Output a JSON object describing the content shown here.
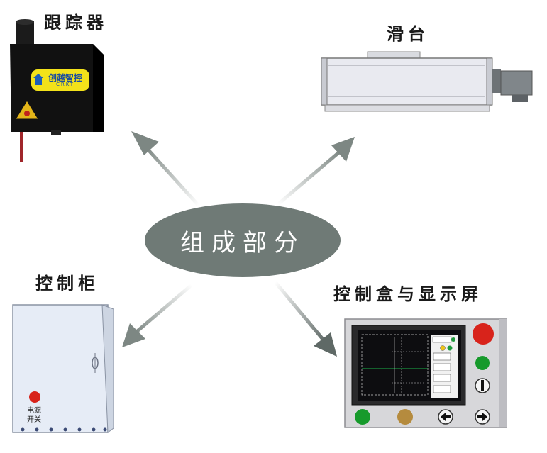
{
  "center": {
    "label": "组成部分"
  },
  "components": {
    "tracker": {
      "label": "跟踪器",
      "badge_text": "创越智控",
      "badge_sub": "CRKT"
    },
    "slide": {
      "label": "滑台"
    },
    "cabinet": {
      "label": "控制柜",
      "switch_label_1": "电源",
      "switch_label_2": "开关"
    },
    "display": {
      "label": "控制盒与显示屏"
    }
  },
  "colors": {
    "ellipse": "#6f7a76",
    "arrow": "#8a9491",
    "tracker_body": "#111111",
    "badge": "#f3e21a",
    "slide_body": "#e9eaf0",
    "cabinet_body": "#e6ecf6",
    "panel_frame": "#d7d7da",
    "button_red": "#d8231b",
    "button_green": "#169a2b",
    "button_amber": "#b58b3e"
  }
}
